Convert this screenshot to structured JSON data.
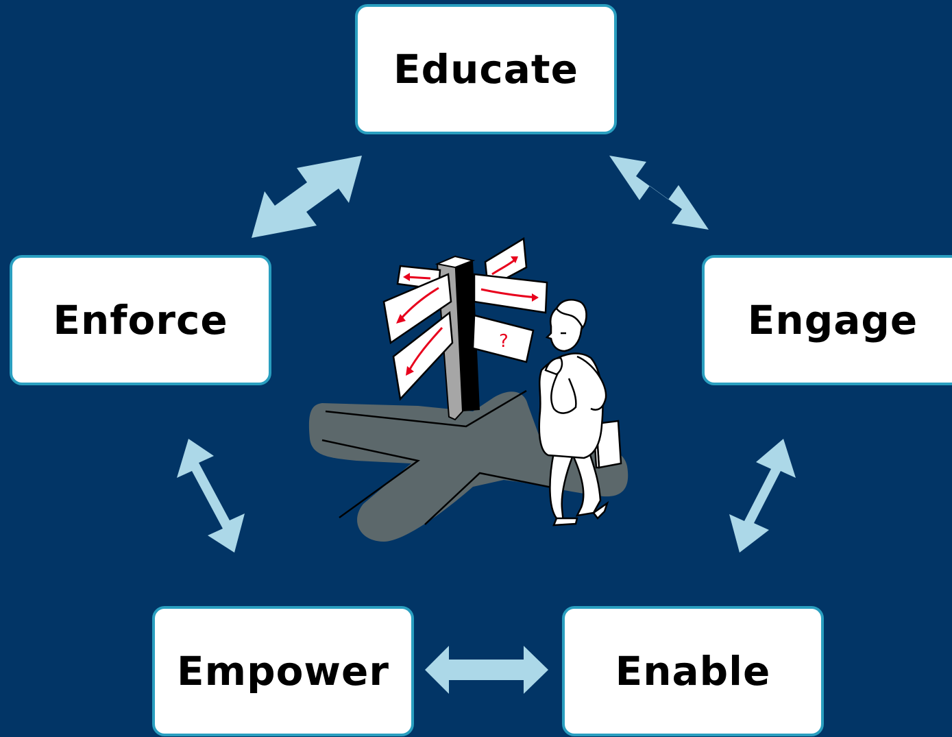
{
  "diagram": {
    "nodes": {
      "educate": "Educate",
      "enforce": "Enforce",
      "engage": "Engage",
      "empower": "Empower",
      "enable": "Enable"
    },
    "edges": [
      {
        "from": "Educate",
        "to": "Enforce",
        "type": "bidirectional"
      },
      {
        "from": "Educate",
        "to": "Engage",
        "type": "bidirectional"
      },
      {
        "from": "Engage",
        "to": "Enable",
        "type": "bidirectional"
      },
      {
        "from": "Enable",
        "to": "Empower",
        "type": "bidirectional"
      },
      {
        "from": "Empower",
        "to": "Enforce",
        "type": "bidirectional"
      }
    ],
    "center_image": {
      "signpost_mark": "?"
    }
  },
  "colors": {
    "background": "#023566",
    "box_fill": "#ffffff",
    "box_border": "#2a9fc0",
    "arrow": "#acd8e8",
    "sign_arrow": "#e8001c"
  }
}
